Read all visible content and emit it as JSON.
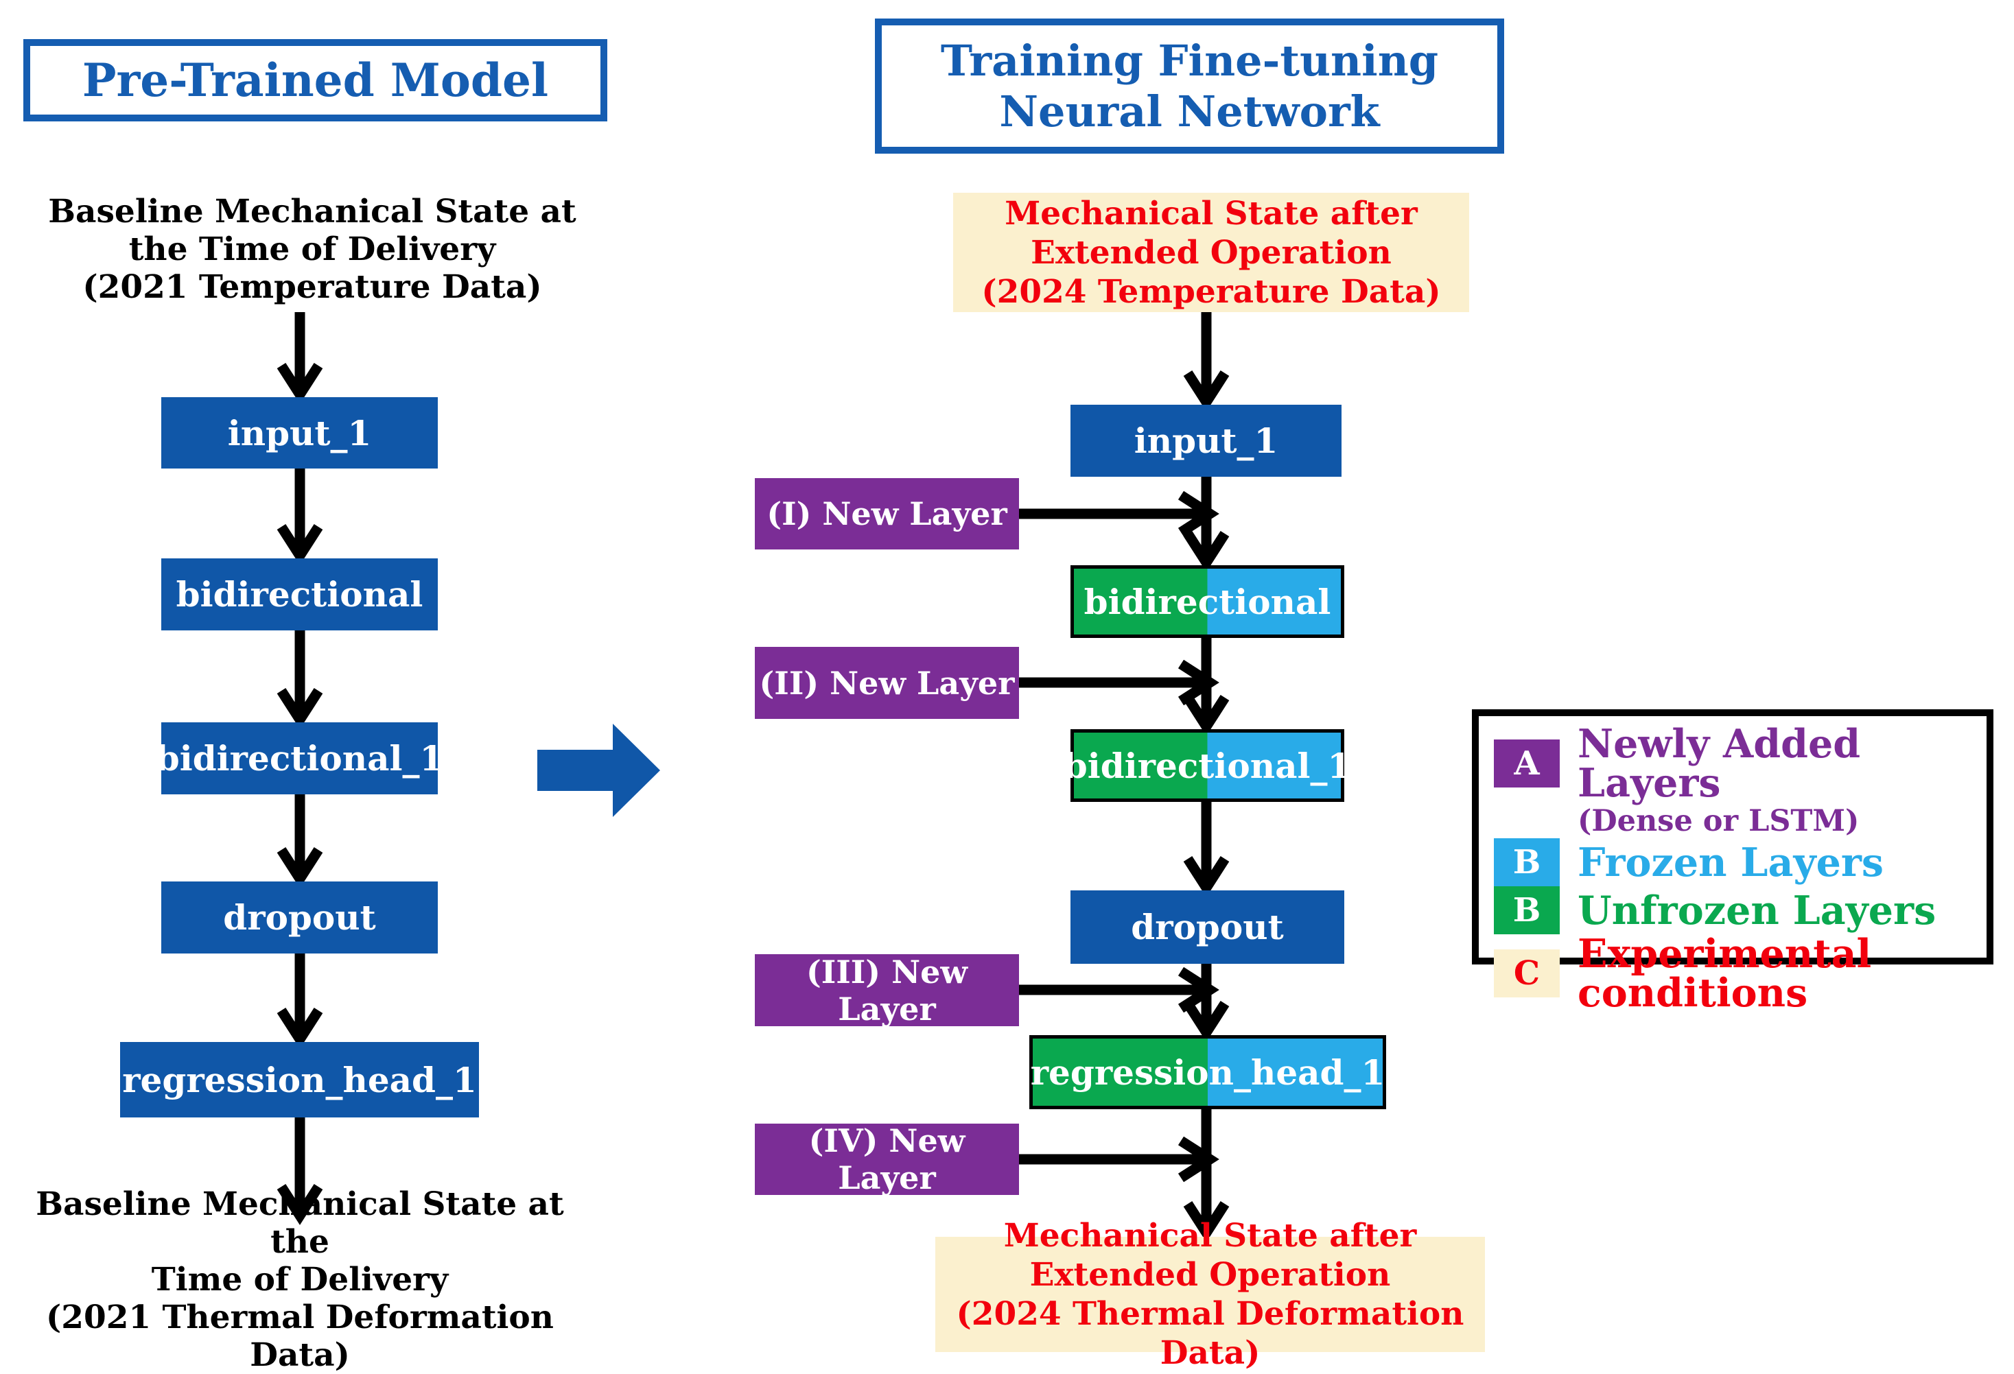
{
  "colors": {
    "dark-blue": "#1057A8",
    "title-blue": "#155DB1",
    "purple": "#7B2D96",
    "green": "#0AA84F",
    "cyan": "#29ABE8",
    "cream": "#FBF0CE",
    "red": "#F2000D"
  },
  "left_panel": {
    "title": "Pre-Trained Model",
    "input_label_lines": [
      "Baseline Mechanical State at",
      "the Time of Delivery",
      "(2021 Temperature Data)"
    ],
    "layers": [
      "input_1",
      "bidirectional",
      "bidirectional_1",
      "dropout",
      "regression_head_1"
    ],
    "output_label_lines": [
      "Baseline Mechanical State at the",
      "Time of Delivery",
      "(2021 Thermal Deformation Data)"
    ]
  },
  "right_panel": {
    "title_lines": [
      "Training Fine-tuning",
      "Neural Network"
    ],
    "input_condition_lines": [
      "Mechanical State after",
      "Extended Operation",
      "(2024 Temperature Data)"
    ],
    "layers": [
      "input_1",
      "bidirectional",
      "bidirectional_1",
      "dropout",
      "regression_head_1"
    ],
    "new_layer_labels": [
      "(I) New Layer",
      "(II) New Layer",
      "(III) New Layer",
      "(IV) New Layer"
    ],
    "output_condition_lines": [
      "Mechanical State after",
      "Extended Operation",
      "(2024 Thermal Deformation Data)"
    ]
  },
  "legend": {
    "items": [
      {
        "letter": "A",
        "label": "Newly Added Layers",
        "sublabel": "(Dense or LSTM)",
        "swatch": "purple"
      },
      {
        "letter": "B",
        "label": "Frozen Layers",
        "swatch": "cyan"
      },
      {
        "letter": "B",
        "label": "Unfrozen Layers",
        "swatch": "green"
      },
      {
        "letter": "C",
        "label": "Experimental conditions",
        "swatch": "cream"
      }
    ]
  }
}
